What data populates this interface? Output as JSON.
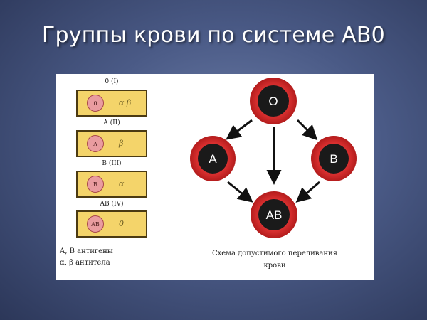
{
  "slide": {
    "title": "Группы крови по системе АВ0"
  },
  "groups": [
    {
      "label": "0 (I)",
      "cell": "0",
      "antibody": "α β"
    },
    {
      "label": "A (II)",
      "cell": "A",
      "antibody": "β"
    },
    {
      "label": "B (III)",
      "cell": "B",
      "antibody": "α"
    },
    {
      "label": "AB (IV)",
      "cell": "AB",
      "antibody": "0"
    }
  ],
  "legend": {
    "line1": "A, B антигены",
    "line2": "α, β  антитела"
  },
  "diagram": {
    "nodes": {
      "o": "O",
      "a": "A",
      "b": "B",
      "ab": "AB"
    },
    "edges": [
      {
        "from": "O",
        "to": "A"
      },
      {
        "from": "O",
        "to": "B"
      },
      {
        "from": "O",
        "to": "AB"
      },
      {
        "from": "A",
        "to": "AB"
      },
      {
        "from": "B",
        "to": "AB"
      }
    ],
    "caption_line1": "Схема допустимого переливания",
    "caption_line2": "крови"
  },
  "colors": {
    "background": "#4a5a86",
    "card_fill": "#f4d46a",
    "cell_fill": "#e99ca0",
    "node_ring": "#d92b2b",
    "node_core": "#1a1a1a"
  }
}
